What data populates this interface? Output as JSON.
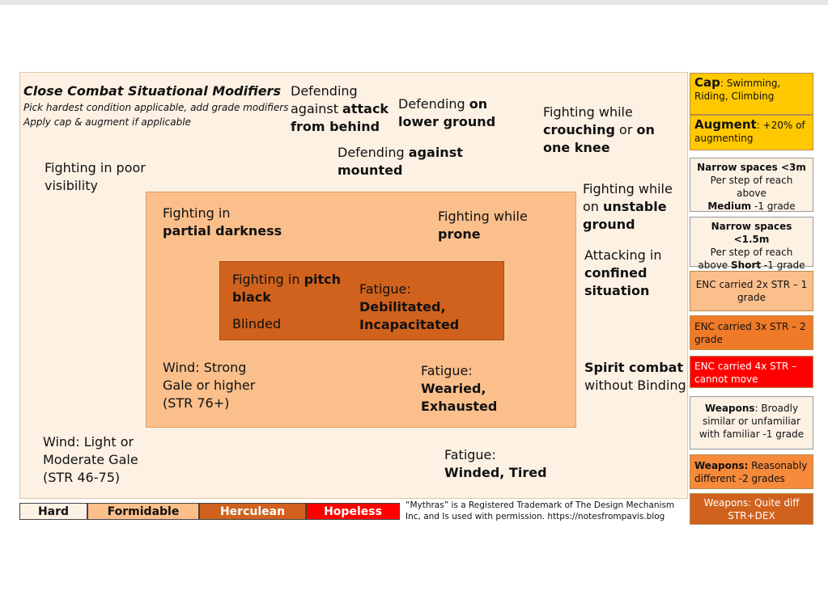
{
  "header": {
    "title": "Close Combat Situational Modifiers",
    "line1": "Pick hardest condition applicable, add grade modifiers",
    "line2": "Apply cap & augment if applicable"
  },
  "outer": {
    "behind_a": "Defending",
    "behind_b": "against ",
    "behind_c": "attack",
    "behind_d": "from behind",
    "lower_a": "Defending ",
    "lower_b": "on",
    "lower_c": "lower ground",
    "crouch_a": "Fighting while",
    "crouch_b": "crouching",
    "crouch_c": " or ",
    "crouch_d": "on",
    "crouch_e": "one knee",
    "mounted_a": "Defending ",
    "mounted_b": "against",
    "mounted_c": "mounted",
    "visibility_a": "Fighting in poor",
    "visibility_b": "visibility",
    "unstable_a": "Fighting while",
    "unstable_b": "on ",
    "unstable_c": "unstable",
    "unstable_d": "ground",
    "confined_a": "Attacking in",
    "confined_b": "confined",
    "confined_c": "situation",
    "spirit_a": "Spirit combat",
    "spirit_b": "without Binding",
    "wind_a": "Wind: Light or",
    "wind_b": "Moderate Gale",
    "wind_c": "(STR 46-75)",
    "fatigue_a": "Fatigue:",
    "fatigue_b": "Winded, Tired"
  },
  "middle": {
    "dark_a": "Fighting in",
    "dark_b": "partial darkness",
    "prone_a": "Fighting while",
    "prone_b": "prone",
    "wind_a": "Wind: Strong",
    "wind_b": "Gale or higher",
    "wind_c": "(STR 76+)",
    "fatigue_a": "Fatigue:",
    "fatigue_b": "Wearied,",
    "fatigue_c": "Exhausted"
  },
  "inner": {
    "pitch_a": "Fighting in ",
    "pitch_b": "pitch",
    "pitch_c": "black",
    "blinded": "Blinded",
    "fatigue_a": "Fatigue:",
    "fatigue_b": "Debilitated,",
    "fatigue_c": "Incapacitated"
  },
  "sidebar": {
    "cap_label": "Cap",
    "cap_text": ": Swimming, Riding, Climbing",
    "augment_label": "Augment",
    "augment_text": ": +20% of augmenting",
    "narrow3_title": "Narrow spaces <3m",
    "narrow3_a": "Per step of reach above",
    "narrow3_b": "Medium",
    "narrow3_c": " -1 grade",
    "narrow15_title": "Narrow spaces <1.5m",
    "narrow15_a": "Per  step of reach",
    "narrow15_b": "above ",
    "narrow15_c": "Short",
    "narrow15_d": " -1 grade",
    "enc2": "ENC carried 2x STR – 1 grade",
    "enc3": "ENC carried 3x STR – 2 grade",
    "enc4": "ENC carried 4x STR – cannot move",
    "weapons1_label": "Weapons",
    "weapons1_text": ": Broadly similar  or unfamiliar with familiar -1 grade",
    "weapons2_label": "Weapons:",
    "weapons2_text": " Reasonably different -2 grades",
    "weapons3": "Weapons: Quite diff STR+DEX"
  },
  "legend": {
    "hard": "Hard",
    "formidable": "Formidable",
    "herculean": "Herculean",
    "hopeless": "Hopeless"
  },
  "footnote": "“Mythras” is a Registered Trademark of The Design Mechanism Inc, and Is used with permission. https://notesfrompavis.blog",
  "colors": {
    "hard": "#fdf1e4",
    "formidable": "#fbbf8c",
    "herculean": "#d0621d",
    "hopeless": "#ff0000",
    "cap": "#ffc800"
  }
}
